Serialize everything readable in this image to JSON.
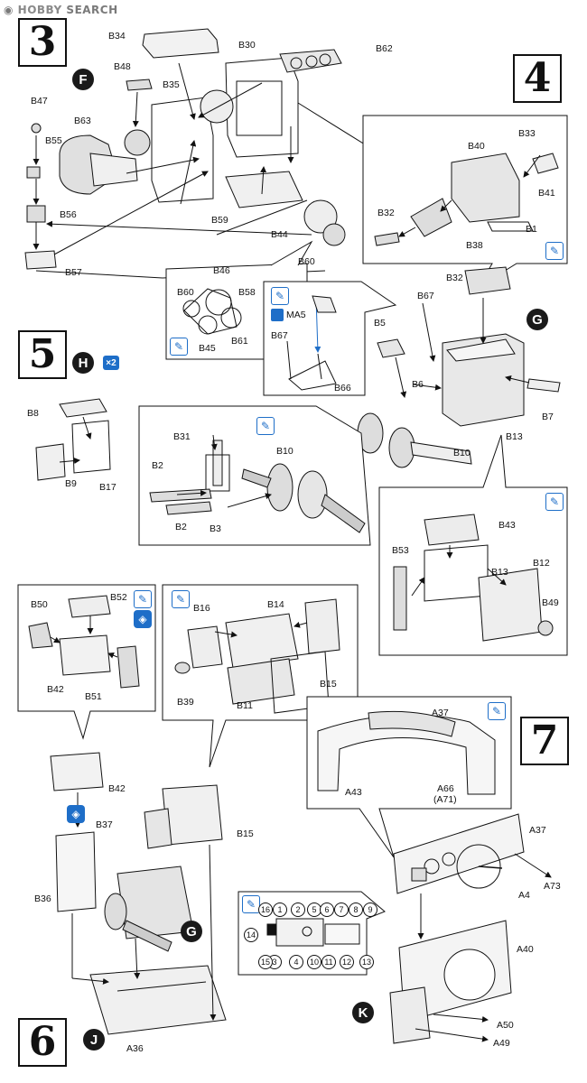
{
  "watermark": {
    "brand": "HOBBY",
    "search": "SEARCH"
  },
  "steps": [
    {
      "id": "step-3",
      "label": "3"
    },
    {
      "id": "step-4",
      "label": "4"
    },
    {
      "id": "step-5",
      "label": "5"
    },
    {
      "id": "step-6",
      "label": "6"
    },
    {
      "id": "step-7",
      "label": "7"
    }
  ],
  "subassemblies": {
    "F": "F",
    "G1": "G",
    "H": "H",
    "G2": "G",
    "J": "J",
    "K": "K"
  },
  "multiply": "×2",
  "paint_ref": "MA5",
  "part_labels": {
    "B34": "B34",
    "B30": "B30",
    "B62": "B62",
    "B48": "B48",
    "B35": "B35",
    "B47": "B47",
    "B63": "B63",
    "B55": "B55",
    "B56": "B56",
    "B57": "B57",
    "B59": "B59",
    "B44": "B44",
    "B60a": "B60",
    "B60b": "B60",
    "B46": "B46",
    "B58": "B58",
    "B45": "B45",
    "B61": "B61",
    "B33": "B33",
    "B40": "B40",
    "B41": "B41",
    "B32a": "B32",
    "B38": "B38",
    "B1": "B1",
    "B32b": "B32",
    "B67a": "B67",
    "B67b": "B67",
    "B66": "B66",
    "B5": "B5",
    "B6": "B6",
    "B7": "B7",
    "B13a": "B13",
    "B10a": "B10",
    "B31": "B31",
    "B10b": "B10",
    "B2a": "B2",
    "B2b": "B2",
    "B3": "B3",
    "B8": "B8",
    "B9": "B9",
    "B17": "B17",
    "B43": "B43",
    "B53": "B53",
    "B13b": "B13",
    "B12": "B12",
    "B49": "B49",
    "B50": "B50",
    "B52": "B52",
    "B42a": "B42",
    "B51": "B51",
    "B16": "B16",
    "B14": "B14",
    "B39": "B39",
    "B11": "B11",
    "B15a": "B15",
    "A37a": "A37",
    "A43": "A43",
    "A66": "A66",
    "A71": "(A71)",
    "B42b": "B42",
    "B37": "B37",
    "B36": "B36",
    "B15b": "B15",
    "A36": "A36",
    "A37b": "A37",
    "A73": "A73",
    "A4": "A4",
    "A40": "A40",
    "A50": "A50",
    "A49": "A49"
  },
  "decal_numbers": [
    "16",
    "1",
    "2",
    "5",
    "6",
    "7",
    "8",
    "9",
    "14",
    "3",
    "4",
    "15",
    "10",
    "11",
    "12",
    "13"
  ]
}
